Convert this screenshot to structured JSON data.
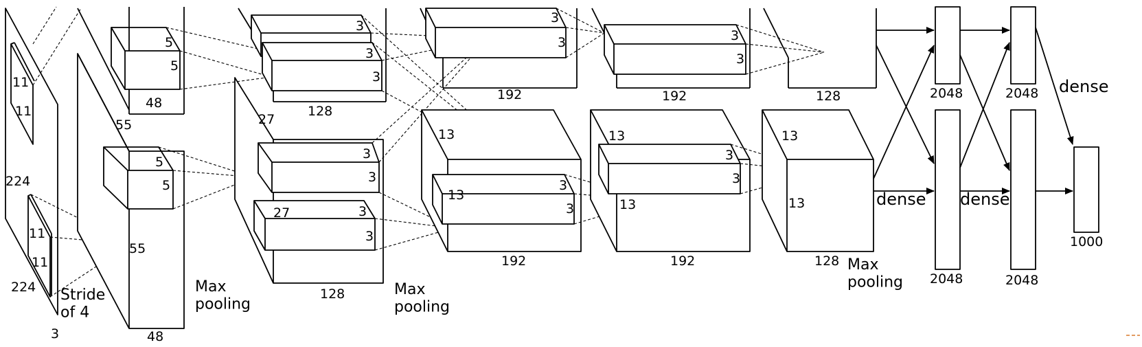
{
  "accent_color": "#d97a2b",
  "input": {
    "size": "224",
    "size2": "224",
    "depth": "3",
    "kernel": "11",
    "kernel2": "11",
    "stride_label": "Stride\nof 4"
  },
  "conv1": {
    "size": "55",
    "size2": "55",
    "kernel": "5",
    "kernel2": "5",
    "depth_top": "48",
    "depth_bottom": "48"
  },
  "pool1": {
    "label": "Max\npooling"
  },
  "conv2": {
    "size": "27",
    "size2": "27",
    "kernel": "3",
    "depth_top": "128",
    "depth_bottom": "128"
  },
  "pool2": {
    "label": "Max\npooling"
  },
  "conv3": {
    "size": "13",
    "size2": "13",
    "kernel": "3",
    "depth_top": "192",
    "depth_bottom": "192"
  },
  "conv4": {
    "size": "13",
    "size2": "13",
    "kernel": "3",
    "depth_top": "192",
    "depth_bottom": "192"
  },
  "conv5": {
    "size": "13",
    "size2": "13",
    "depth_top": "128",
    "depth_bottom": "128"
  },
  "pool3": {
    "label": "Max\npooling"
  },
  "fc6": {
    "units_top": "2048",
    "units_bottom": "2048"
  },
  "fc7": {
    "units_top": "2048",
    "units_bottom": "2048"
  },
  "fc8": {
    "units": "1000"
  },
  "dense_labels": [
    "dense",
    "dense",
    "dense"
  ]
}
